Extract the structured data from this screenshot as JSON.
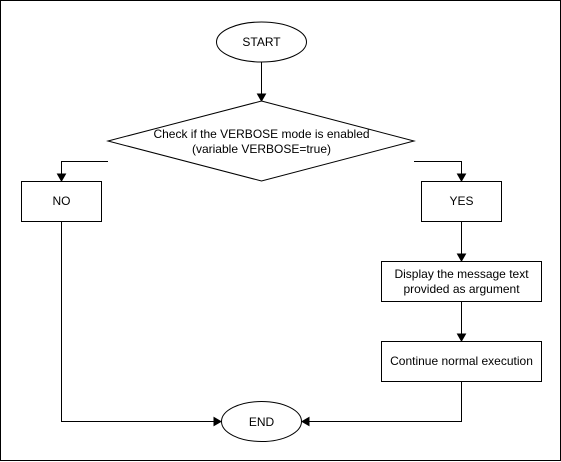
{
  "diagram": {
    "start": "START",
    "decision": {
      "line1": "Check if the VERBOSE mode is enabled",
      "line2": "(variable VERBOSE=true)"
    },
    "no_branch": "NO",
    "yes_branch": "YES",
    "display_step": {
      "line1": "Display the message text",
      "line2": "provided as argument"
    },
    "continue_step": "Continue normal execution",
    "end": "END"
  }
}
